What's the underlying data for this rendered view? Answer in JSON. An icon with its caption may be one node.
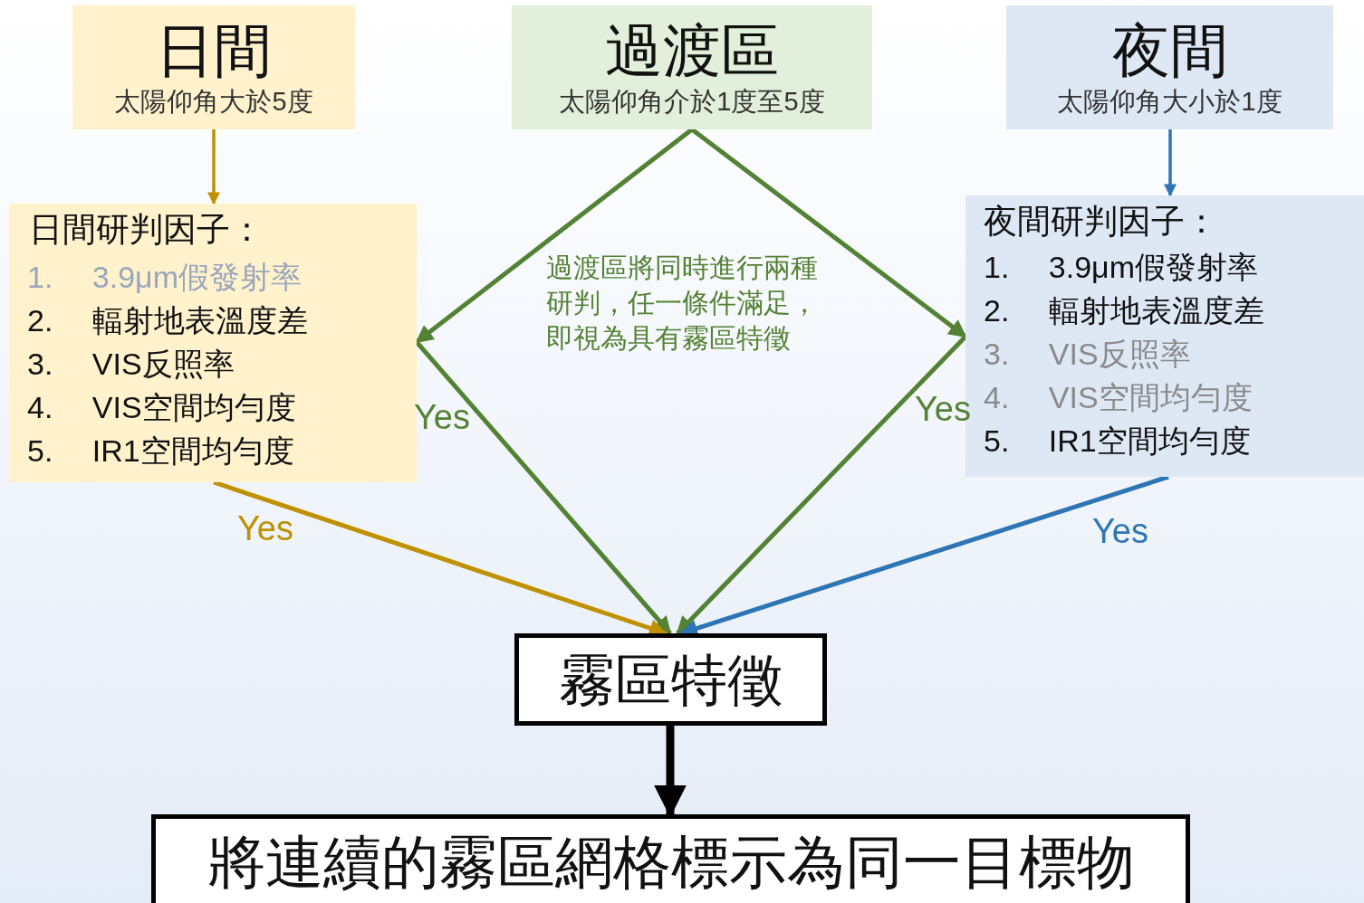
{
  "diagram": {
    "nodes": [
      {
        "text": [
          "日間",
          "太陽仰角大於5度"
        ]
      },
      {
        "text": [
          "過渡區",
          "太陽仰角介於1度至5度"
        ]
      },
      {
        "text": [
          "夜間",
          "太陽仰角大小於1度"
        ]
      },
      {
        "text": [
          "日間研判因子：",
          "1. 3.9μm假發射率",
          "2. 輻射地表溫度差",
          "3. VIS反照率",
          "4. VIS空間均勻度",
          "5. IR1空間均勻度"
        ]
      },
      {
        "text": [
          "夜間研判因子：",
          "1. 3.9μm假發射率",
          "2. 輻射地表溫度差",
          "3. VIS反照率",
          "4. VIS空間均勻度",
          "5. IR1空間均勻度"
        ]
      },
      {
        "text": [
          "霧區特徵"
        ]
      },
      {
        "text": [
          "將連續的霧區網格標示為同一目標物"
        ]
      }
    ],
    "edges": [
      {
        "from": 0,
        "to": 3,
        "arrow": "to",
        "color": "#bf9000"
      },
      {
        "from": 2,
        "to": 4,
        "arrow": "to",
        "color": "#2e75b6"
      },
      {
        "from": 1,
        "to": 3,
        "arrow": "to",
        "color": "#548235"
      },
      {
        "from": 1,
        "to": 4,
        "arrow": "to",
        "color": "#548235"
      },
      {
        "from": 3,
        "to": 5,
        "arrow": "to",
        "label": "Yes",
        "color": "#548235"
      },
      {
        "from": 4,
        "to": 5,
        "arrow": "to",
        "label": "Yes",
        "color": "#548235"
      },
      {
        "from": 3,
        "to": 5,
        "arrow": "to",
        "label": "Yes",
        "color": "#bf9000"
      },
      {
        "from": 4,
        "to": 5,
        "arrow": "to",
        "label": "Yes",
        "color": "#2e75b6"
      },
      {
        "from": 5,
        "to": 6,
        "arrow": "to",
        "style": "thick",
        "color": "#000000"
      }
    ],
    "labels": [
      "過渡區將同時進行兩種研判，任一條件滿足，即視為具有霧區特徵"
    ]
  }
}
